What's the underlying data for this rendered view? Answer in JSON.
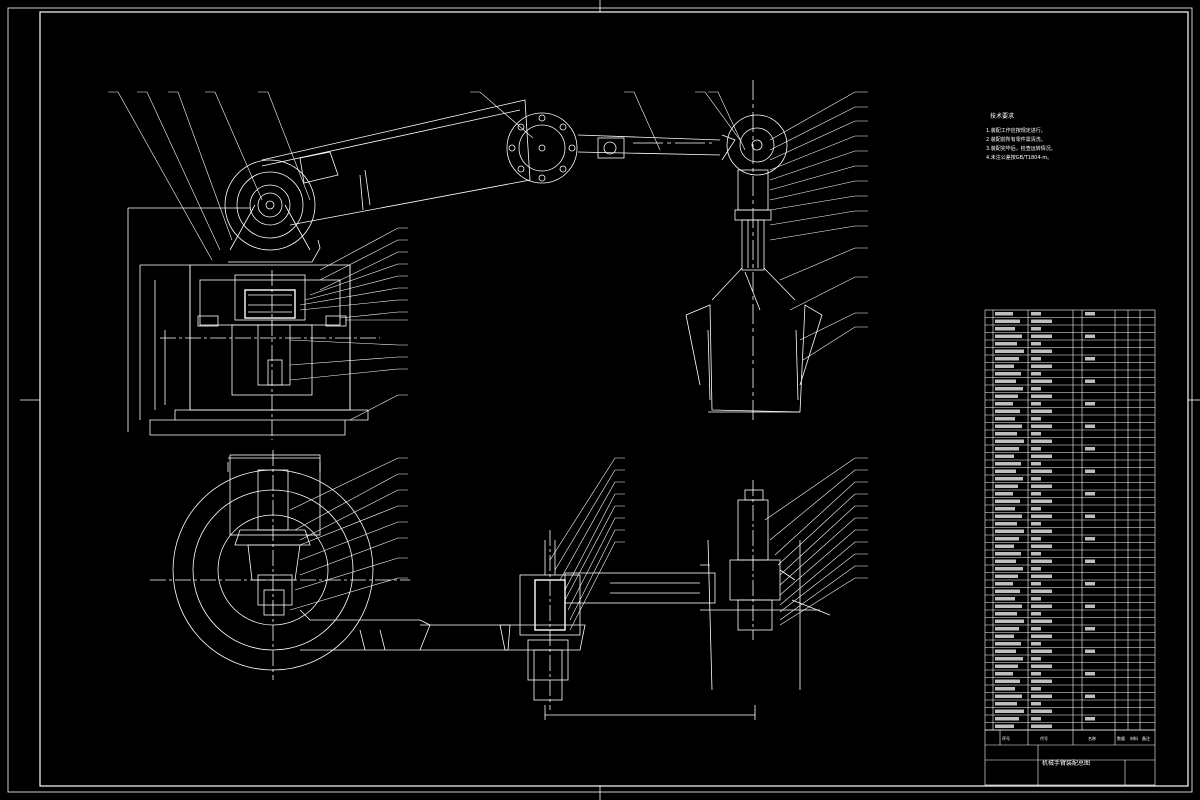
{
  "drawing": {
    "background_color": "#000000",
    "line_color": "#ffffff",
    "part_balloon_count": 56,
    "technical_requirements": {
      "heading": "技术要求",
      "lines": [
        "1.装配工作应按规定进行。",
        "2.装配前所有零件需清洗。",
        "3.装配完毕后，检查运转情况。",
        "4.未注公差按GB/T1804-m。"
      ]
    },
    "title_block": {
      "title": "机械手臂装配总图",
      "bottom_labels": [
        "序号",
        "代号",
        "名称",
        "数量",
        "材料",
        "备注"
      ]
    }
  }
}
